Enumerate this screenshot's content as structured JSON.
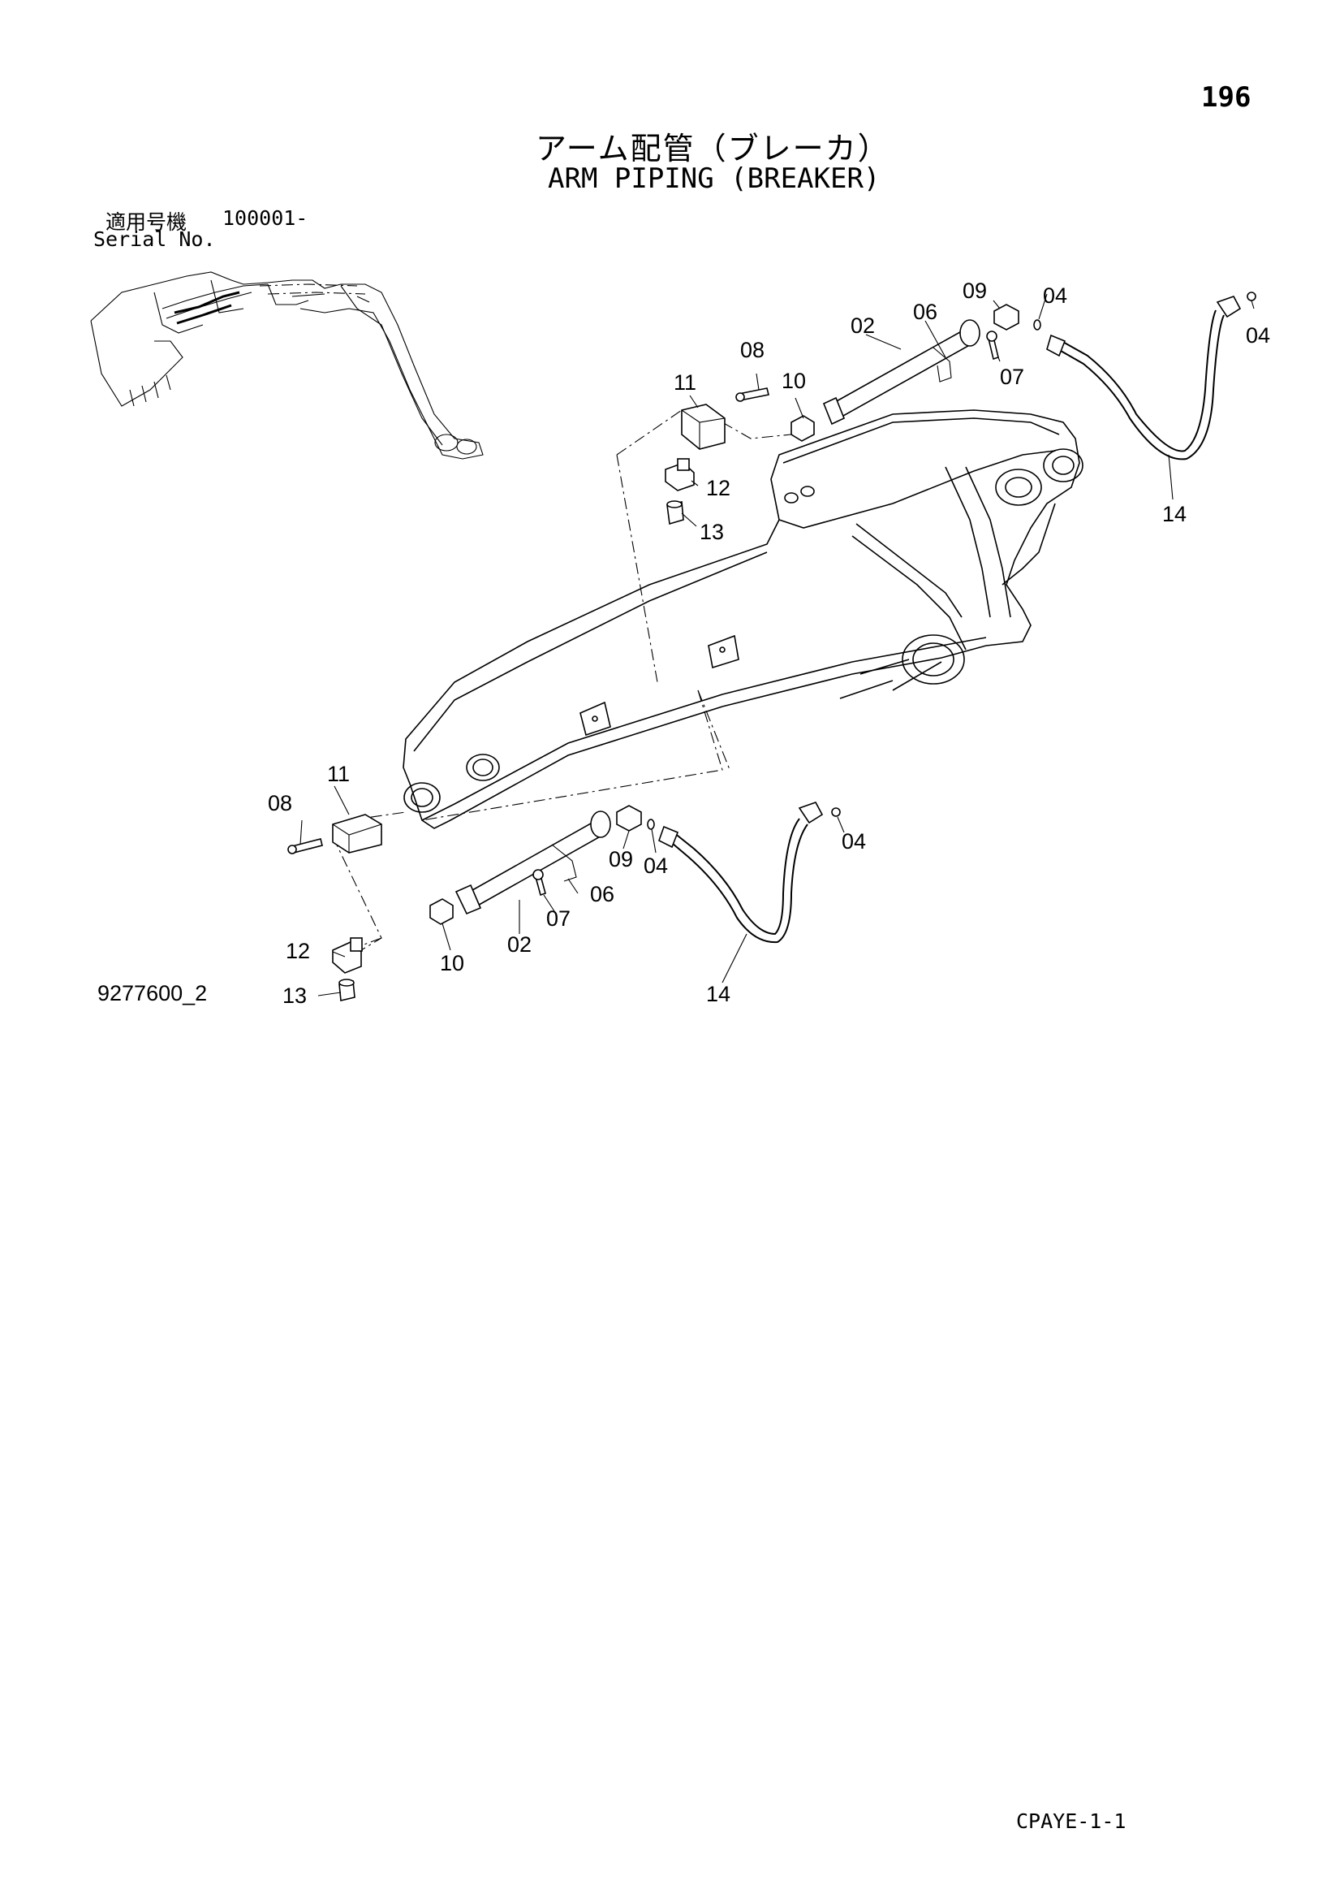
{
  "header": {
    "page_number": "196",
    "title_jp": "アーム配管（ブレーカ）",
    "title_en": "ARM PIPING (BREAKER)"
  },
  "serial": {
    "label_jp": "適用号機",
    "value": "100001-",
    "label_en": "Serial No."
  },
  "diagram": {
    "figure_id": "9277600_2",
    "callouts": {
      "upper_11": "11",
      "upper_08": "08",
      "upper_10": "10",
      "upper_12": "12",
      "upper_13": "13",
      "upper_02": "02",
      "upper_06": "06",
      "upper_09": "09",
      "upper_04a": "04",
      "upper_04b": "04",
      "upper_07": "07",
      "upper_14": "14",
      "lower_11": "11",
      "lower_08": "08",
      "lower_12": "12",
      "lower_13": "13",
      "lower_10": "10",
      "lower_02": "02",
      "lower_06": "06",
      "lower_07": "07",
      "lower_09": "09",
      "lower_04a": "04",
      "lower_04b": "04",
      "lower_14": "14"
    }
  },
  "footer": {
    "page_code": "CPAYE-1-1"
  }
}
